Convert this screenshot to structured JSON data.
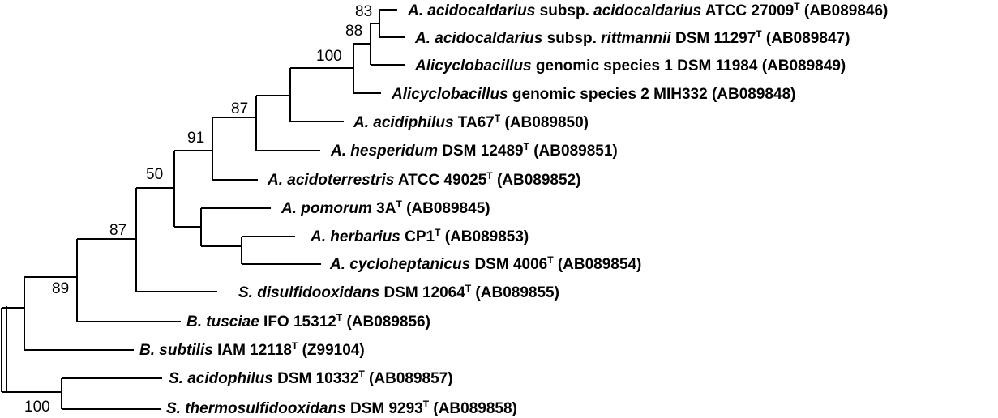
{
  "taxa": [
    {
      "id": "t1",
      "genus": "A. acidocaldarius",
      "mid": " subsp. ",
      "epithet": "acidocaldarius",
      "strain": " ATCC 27009",
      "sup": "T",
      "acc": " (AB089846)"
    },
    {
      "id": "t2",
      "genus": "A. acidocaldarius",
      "mid": " subsp. ",
      "epithet": "rittmannii",
      "strain": " DSM 11297",
      "sup": "T",
      "acc": " (AB089847)"
    },
    {
      "id": "t3",
      "genus": "Alicyclobacillus",
      "mid": "",
      "epithet": "",
      "strain": " genomic species 1 DSM 11984",
      "sup": "",
      "acc": " (AB089849)"
    },
    {
      "id": "t4",
      "genus": "Alicyclobacillus",
      "mid": "",
      "epithet": "",
      "strain": " genomic species 2 MIH332",
      "sup": "",
      "acc": " (AB089848)"
    },
    {
      "id": "t5",
      "genus": "A. acidiphilus",
      "mid": "",
      "epithet": "",
      "strain": " TA67",
      "sup": "T",
      "acc": " (AB089850)"
    },
    {
      "id": "t6",
      "genus": "A. hesperidum",
      "mid": "",
      "epithet": "",
      "strain": " DSM 12489",
      "sup": "T",
      "acc": " (AB089851)"
    },
    {
      "id": "t7",
      "genus": "A. acidoterrestris",
      "mid": "",
      "epithet": "",
      "strain": " ATCC 49025",
      "sup": "T",
      "acc": " (AB089852)"
    },
    {
      "id": "t8",
      "genus": "A. pomorum",
      "mid": "",
      "epithet": "",
      "strain": " 3A",
      "sup": "T",
      "acc": " (AB089845)"
    },
    {
      "id": "t9",
      "genus": "A. herbarius",
      "mid": "",
      "epithet": "",
      "strain": " CP1",
      "sup": "T",
      "acc": " (AB089853)"
    },
    {
      "id": "t10",
      "genus": "A. cycloheptanicus",
      "mid": "",
      "epithet": "",
      "strain": " DSM 4006",
      "sup": "T",
      "acc": " (AB089854)"
    },
    {
      "id": "t11",
      "genus": "S. disulfidooxidans",
      "mid": "",
      "epithet": "",
      "strain": " DSM 12064",
      "sup": "T",
      "acc": " (AB089855)"
    },
    {
      "id": "t12",
      "genus": "B. tusciae",
      "mid": "",
      "epithet": "",
      "strain": " IFO 15312",
      "sup": "T",
      "acc": " (AB089856)"
    },
    {
      "id": "t13",
      "genus": "B. subtilis",
      "mid": "",
      "epithet": "",
      "strain": " IAM 12118",
      "sup": "T",
      "acc": " (Z99104)"
    },
    {
      "id": "t14",
      "genus": "S. acidophilus",
      "mid": "",
      "epithet": "",
      "strain": " DSM 10332",
      "sup": "T",
      "acc": " (AB089857)"
    },
    {
      "id": "t15",
      "genus": "S. thermosulfidooxidans",
      "mid": "",
      "epithet": "",
      "strain": " DSM 9293",
      "sup": "T",
      "acc": " (AB089858)"
    }
  ],
  "bootstrap": {
    "b83": "83",
    "b88": "88",
    "b100a": "100",
    "b87a": "87",
    "b91": "91",
    "b50": "50",
    "b87b": "87",
    "b89": "89",
    "b100b": "100"
  }
}
